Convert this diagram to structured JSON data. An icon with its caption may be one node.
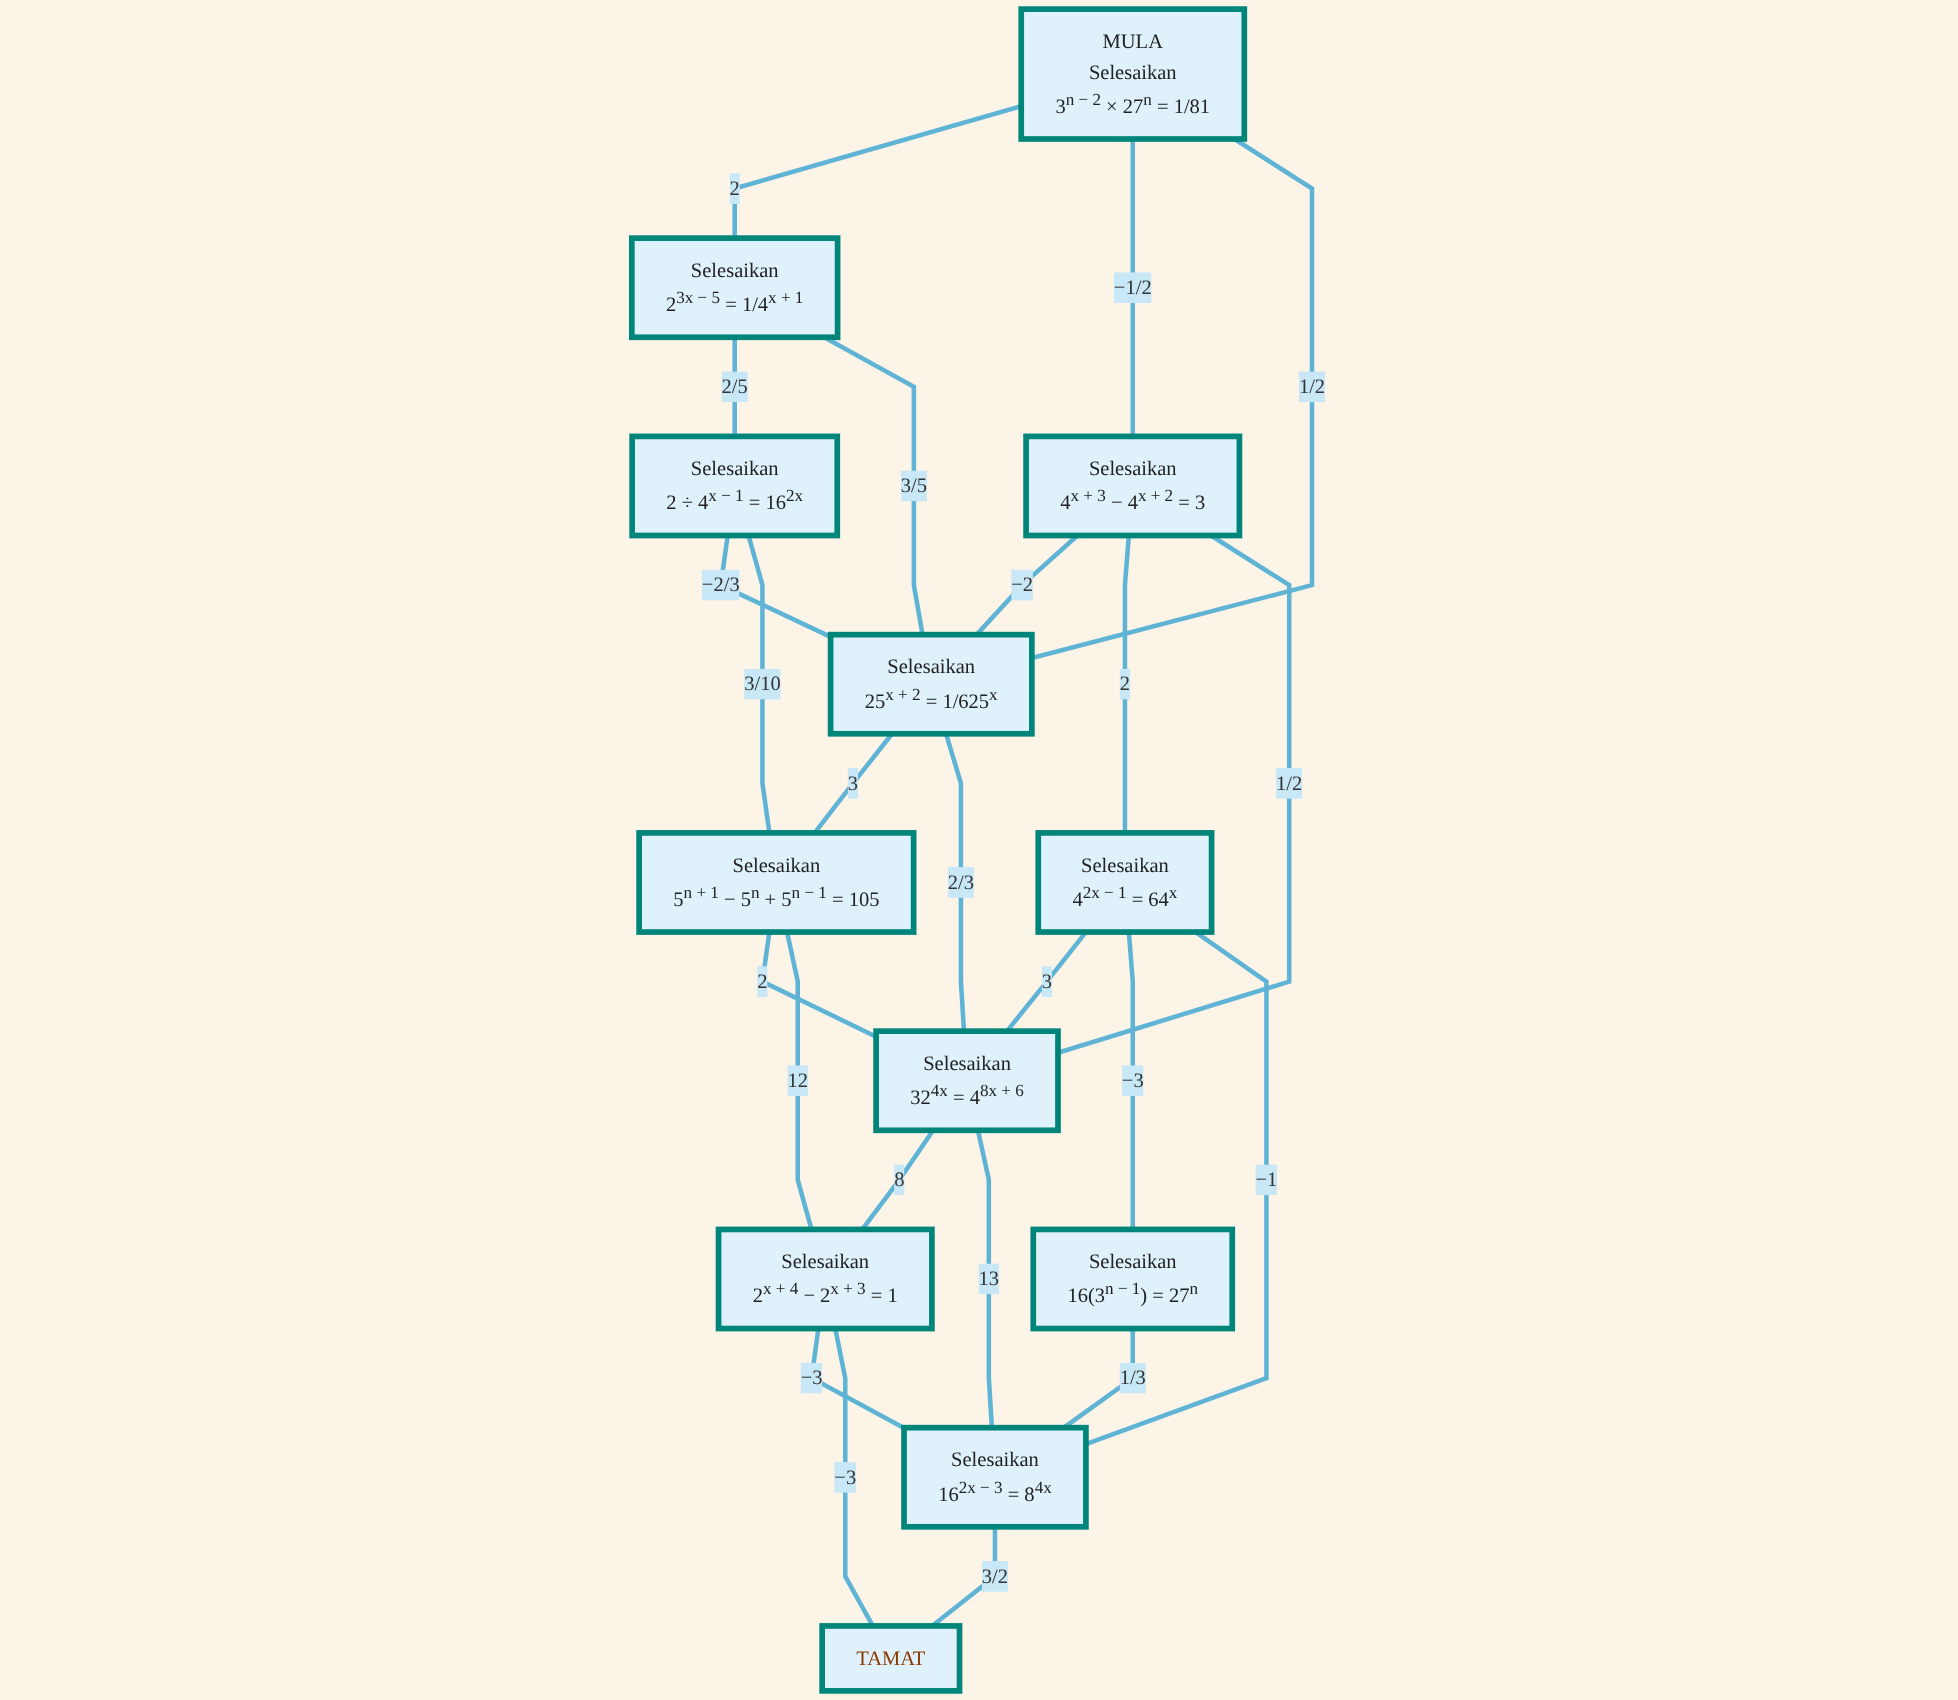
{
  "diagram": {
    "nodes": [
      {
        "text": [
          "MULA",
          "Selesaikan",
          "3$^{n − 2}$ × 27$^{n}$ = 1/81"
        ]
      },
      {
        "text": [
          "Selesaikan",
          "2$^{3x − 5}$ = 1/4$^{x + 1}$"
        ]
      },
      {
        "text": [
          "Selesaikan",
          "2 ÷ 4$^{x − 1}$ = 16$^{2x}$"
        ]
      },
      {
        "text": [
          "Selesaikan",
          "4$^{x + 3}$ − 4$^{x + 2}$ = 3"
        ]
      },
      {
        "text": [
          "Selesaikan",
          "25$^{x + 2}$ = 1/625$^{x}$"
        ]
      },
      {
        "text": [
          "Selesaikan",
          "5$^{n + 1}$ − 5$^{n}$ + 5$^{n − 1}$ = 105"
        ]
      },
      {
        "text": [
          "Selesaikan",
          "4$^{2x − 1}$ = 64$^{x}$"
        ]
      },
      {
        "text": [
          "Selesaikan",
          "32$^{4x}$ = 4$^{8x + 6}$"
        ]
      },
      {
        "text": [
          "Selesaikan",
          "2$^{x + 4}$ − 2$^{x + 3}$ = 1"
        ]
      },
      {
        "text": [
          "Selesaikan",
          "16(3$^{n − 1}$) = 27$^{n}$"
        ]
      },
      {
        "text": [
          "Selesaikan",
          "16$^{2x − 3}$ = 8$^{4x}$"
        ]
      },
      {
        "text": [
          "TAMAT"
        ]
      }
    ],
    "edges": [
      {
        "from": 0,
        "to": 1,
        "arrow": "none",
        "label": "2"
      },
      {
        "from": 1,
        "to": 2,
        "arrow": "none",
        "label": "2/5"
      },
      {
        "from": 0,
        "to": 3,
        "arrow": "none",
        "label": "−1/2"
      },
      {
        "from": 0,
        "to": 4,
        "arrow": "none",
        "label": "1/2"
      },
      {
        "from": 1,
        "to": 4,
        "arrow": "none",
        "label": "3/5"
      },
      {
        "from": 2,
        "to": 4,
        "arrow": "none",
        "label": "−2/3"
      },
      {
        "from": 2,
        "to": 5,
        "arrow": "none",
        "label": "3/10"
      },
      {
        "from": 3,
        "to": 4,
        "arrow": "none",
        "label": "−2"
      },
      {
        "from": 4,
        "to": 5,
        "arrow": "none",
        "label": "3"
      },
      {
        "from": 3,
        "to": 6,
        "arrow": "none",
        "label": "2"
      },
      {
        "from": 3,
        "to": 7,
        "arrow": "none",
        "label": "1/2"
      },
      {
        "from": 4,
        "to": 7,
        "arrow": "none",
        "label": "2/3"
      },
      {
        "from": 5,
        "to": 7,
        "arrow": "none",
        "label": "2"
      },
      {
        "from": 5,
        "to": 8,
        "arrow": "none",
        "label": "12"
      },
      {
        "from": 6,
        "to": 7,
        "arrow": "none",
        "label": "3"
      },
      {
        "from": 7,
        "to": 8,
        "arrow": "none",
        "label": "8"
      },
      {
        "from": 6,
        "to": 9,
        "arrow": "none",
        "label": "−3"
      },
      {
        "from": 6,
        "to": 10,
        "arrow": "none",
        "label": "−1"
      },
      {
        "from": 7,
        "to": 10,
        "arrow": "none",
        "label": "13"
      },
      {
        "from": 8,
        "to": 10,
        "arrow": "none",
        "label": "−3"
      },
      {
        "from": 8,
        "to": 11,
        "arrow": "none",
        "label": "−3"
      },
      {
        "from": 9,
        "to": 10,
        "arrow": "none",
        "label": "1/3"
      },
      {
        "from": 10,
        "to": 11,
        "arrow": "none",
        "label": "3/2"
      }
    ]
  }
}
